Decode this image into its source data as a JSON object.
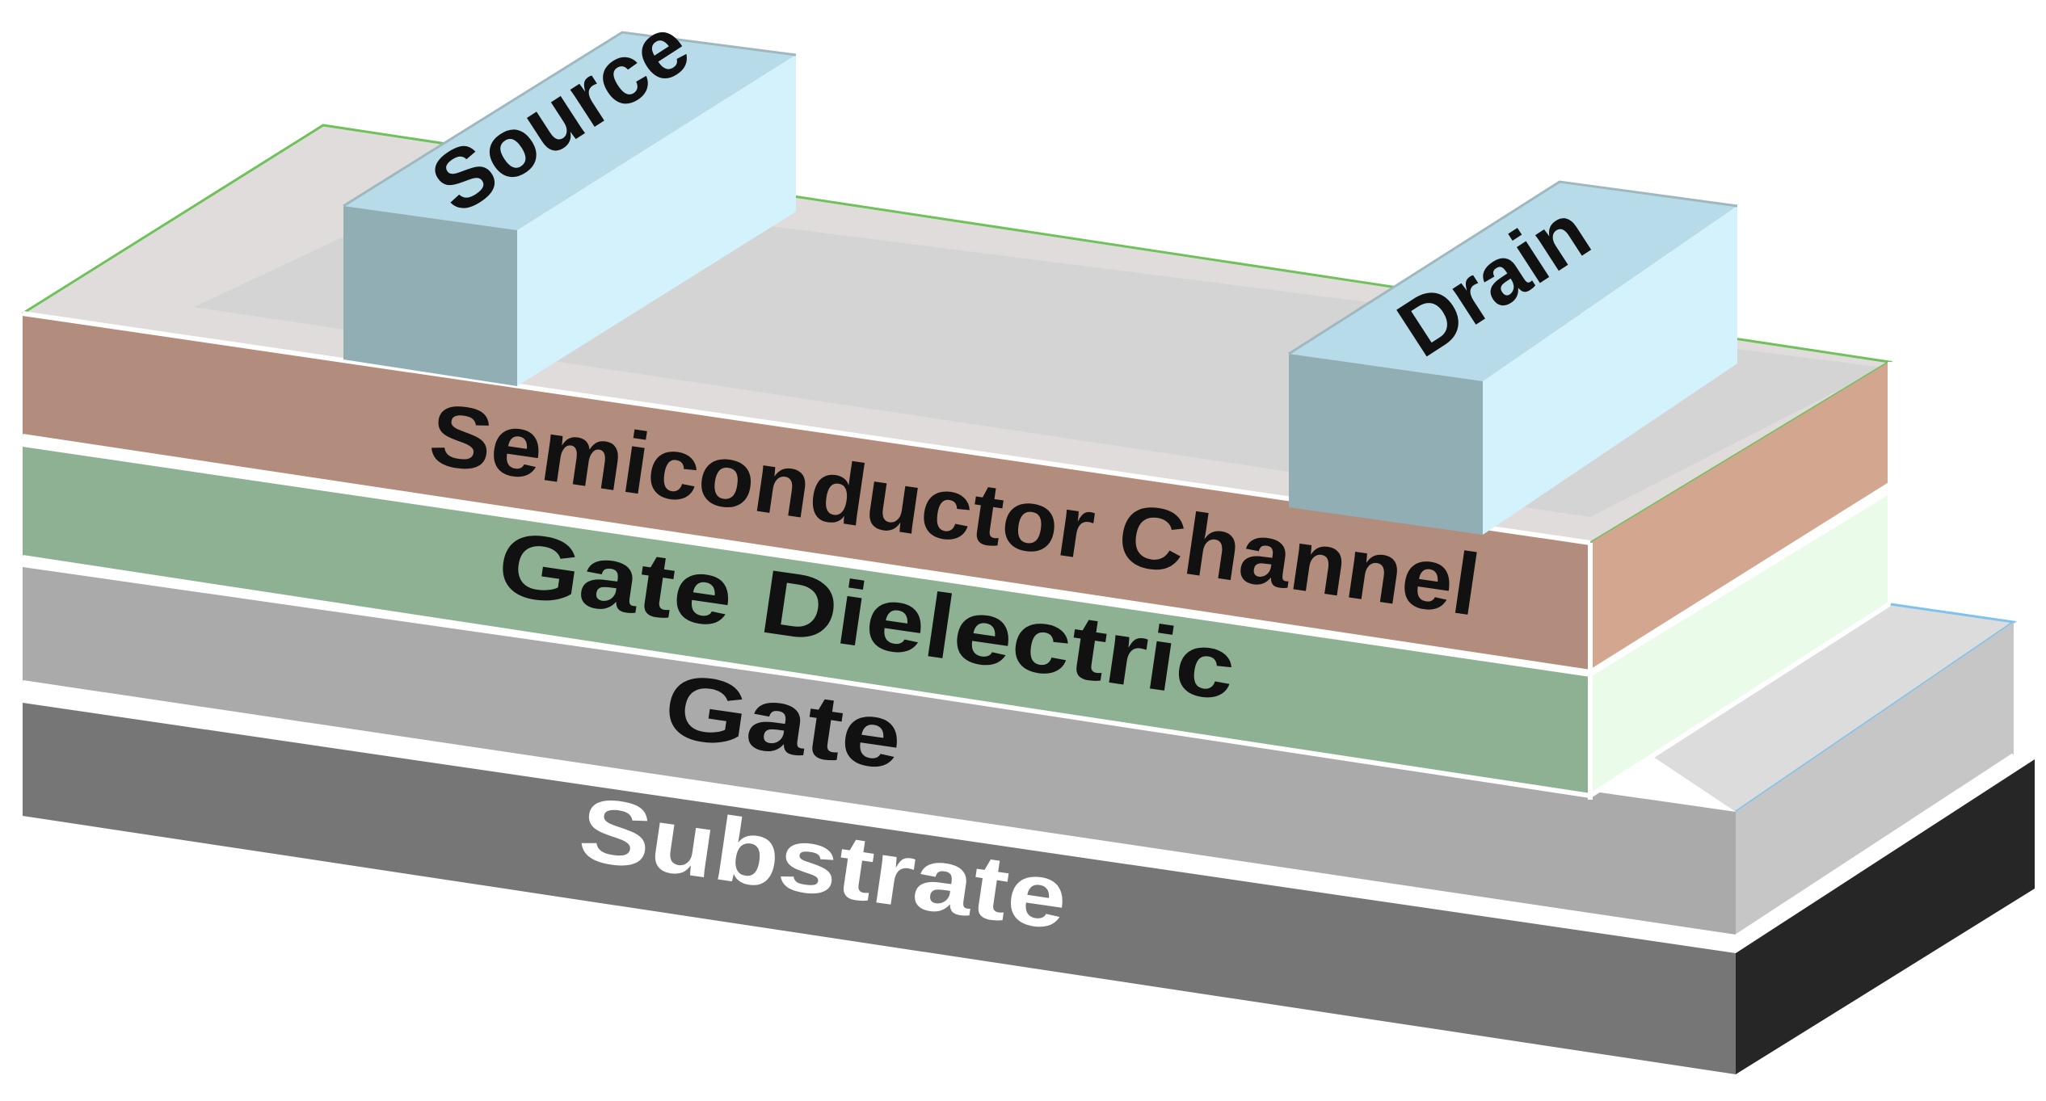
{
  "labels": {
    "source": "Source",
    "drain": "Drain",
    "channel": "Semiconductor Channel",
    "dielectric": "Gate Dielectric",
    "gate": "Gate",
    "substrate": "Substrate"
  },
  "colors": {
    "channel_front": "#b28c7c",
    "channel_side": "#d3a690",
    "channel_top": "#dfdcdb",
    "dielectric_front": "#8fb193",
    "dielectric_side": "#eafbea",
    "gate_front": "#aaaaaa",
    "gate_side": "#c6c6c6",
    "gate_top": "#dcdcdc",
    "substrate_front": "#767676",
    "substrate_side": "#262626",
    "contact_top": "#b8dbea",
    "contact_front": "#92aeb5",
    "contact_side": "#d4f2fb",
    "label_dark": "#111111",
    "label_light": "#ffffff"
  }
}
